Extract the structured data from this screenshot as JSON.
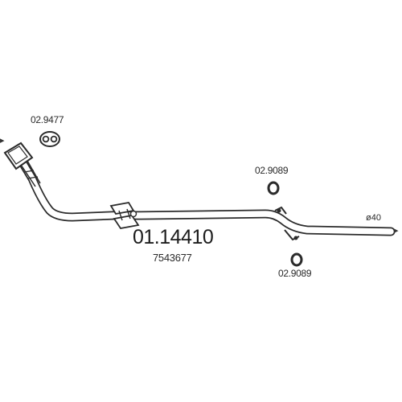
{
  "parts": {
    "main_part_number": "01.14410",
    "oem_number": "7543677",
    "gasket_part_number": "02.9477",
    "ring_upper_part_number": "02.9089",
    "ring_lower_part_number": "02.9089"
  },
  "dimension": {
    "diameter": "ø40"
  },
  "end_markers": {
    "left": "▸",
    "right": "▸"
  },
  "colors": {
    "line": "#2b2b2b",
    "text": "#2a2a2a",
    "background": "#ffffff"
  }
}
